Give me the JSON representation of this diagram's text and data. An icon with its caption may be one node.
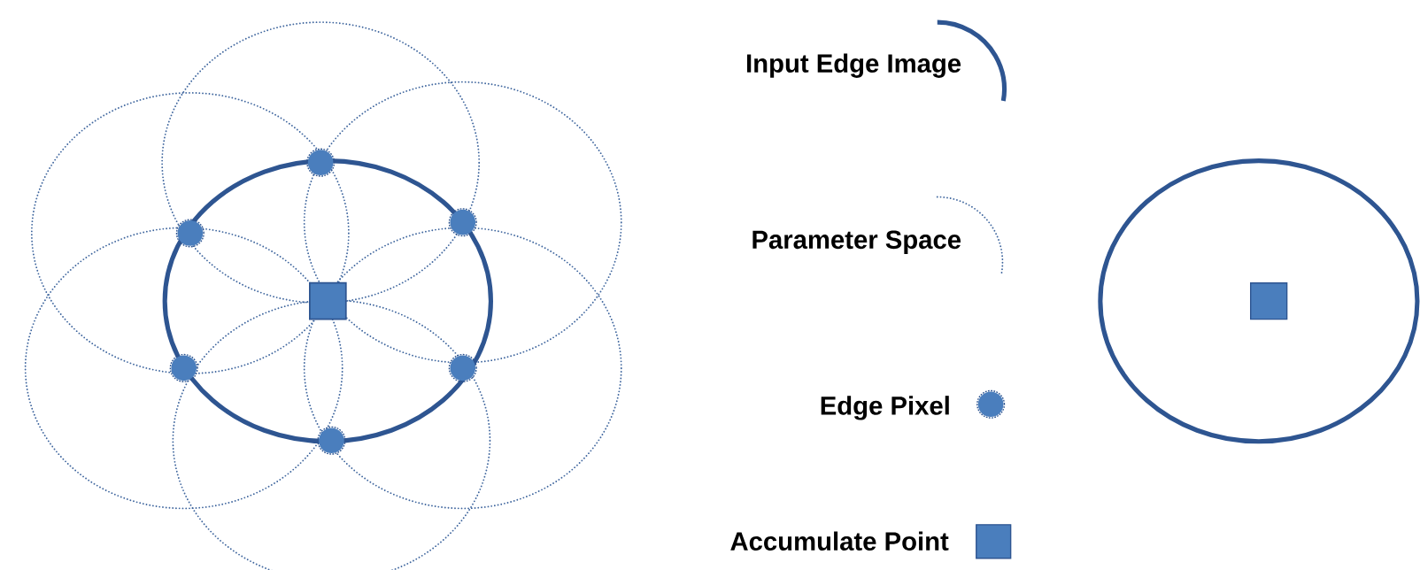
{
  "diagram": {
    "legend": [
      {
        "text": "Input Edge Image"
      },
      {
        "text": "Parameter Space"
      },
      {
        "text": "Edge Pixel"
      },
      {
        "text": "Accumulate Point"
      }
    ]
  }
}
